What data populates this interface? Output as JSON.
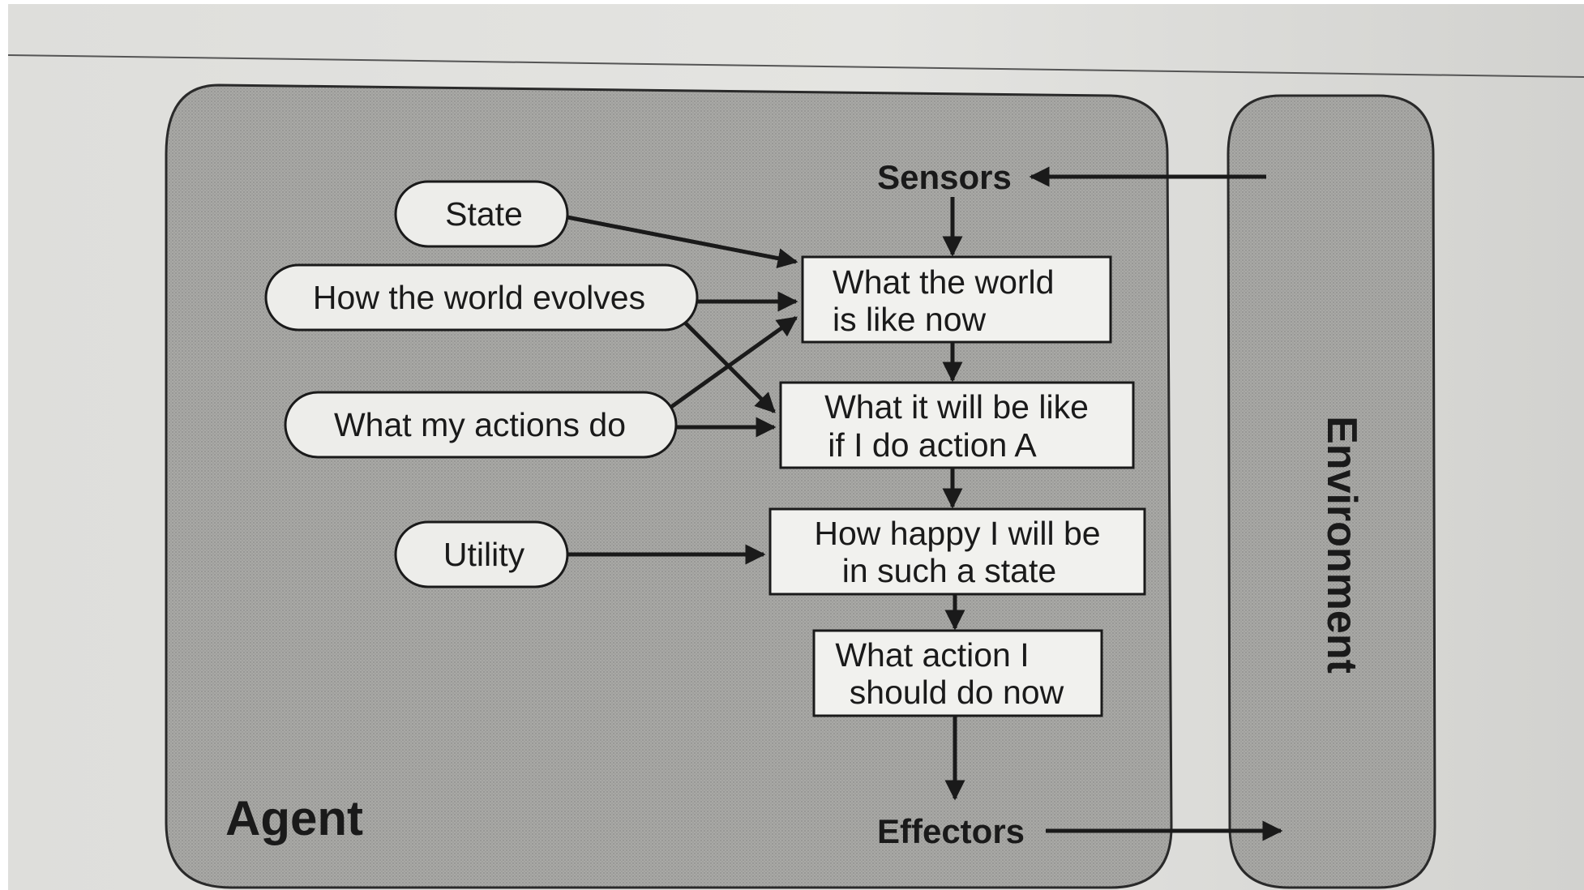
{
  "diagram": {
    "agent_label": "Agent",
    "environment_label": "Environment",
    "sensors_label": "Sensors",
    "effectors_label": "Effectors",
    "ovals": {
      "state": "State",
      "world_evolves": "How the world evolves",
      "actions_do": "What my actions do",
      "utility": "Utility"
    },
    "boxes": {
      "world_now": [
        "What the world",
        "is like now"
      ],
      "if_action": [
        "What it will be like",
        "if I do action A"
      ],
      "happy": [
        "How happy I will be",
        "in such a state"
      ],
      "action_now": [
        "What action I",
        "should do now"
      ]
    }
  }
}
